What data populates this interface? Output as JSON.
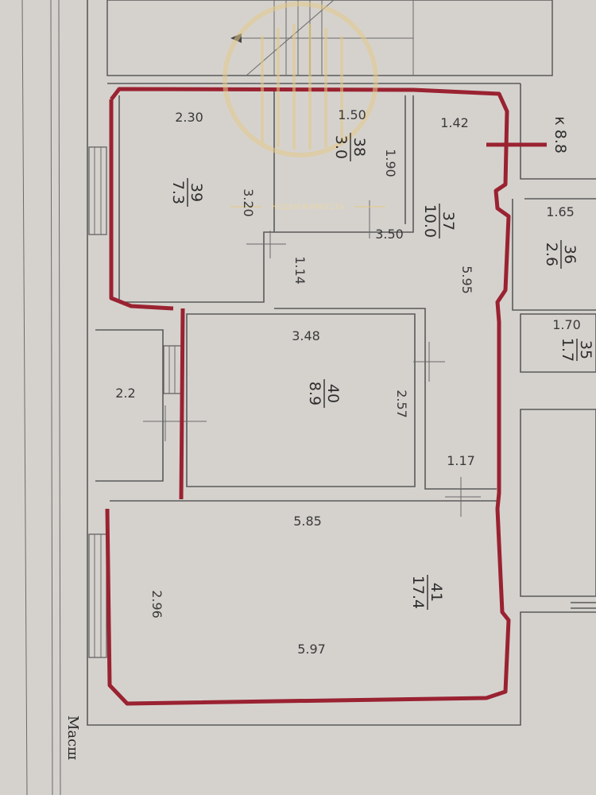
{
  "dimensions": {
    "top_left_room_width": "2.30",
    "top_left_room_depth": "3.20",
    "closet_width": "1.50",
    "closet_depth": "1.90",
    "corridor_top_width": "1.42",
    "corridor_bottom_label": "3.50",
    "passage_width": "1.14",
    "corridor_length": "5.95",
    "middle_room_width": "3.48",
    "middle_room_depth": "2.57",
    "passage_bottom": "1.17",
    "big_room_width_top": "5.85",
    "big_room_width_bottom": "5.97",
    "big_room_depth": "2.96",
    "neighbor_right_top_width": "1.65",
    "neighbor_right_mid_width": "1.70"
  },
  "rooms": [
    {
      "number": "39",
      "area": "7.3"
    },
    {
      "number": "38",
      "area": "3.0"
    },
    {
      "number": "37",
      "area": "10.0"
    },
    {
      "number": "40",
      "area": "8.9"
    },
    {
      "number": "41",
      "area": "17.4"
    },
    {
      "number": "36",
      "area": "2.6"
    },
    {
      "number": "35",
      "area": "1.7"
    }
  ],
  "balcony_area": "2.2",
  "outside_area": "8.8",
  "outside_prefix": "к",
  "street_label": "Масш",
  "watermark_text": "НЕДВИЖИМОСТЬ",
  "colors": {
    "paper": "#d9d6d3",
    "walls": "#5a5a5a",
    "outline": "#9a2231",
    "watermark": "#e9d7a6"
  }
}
